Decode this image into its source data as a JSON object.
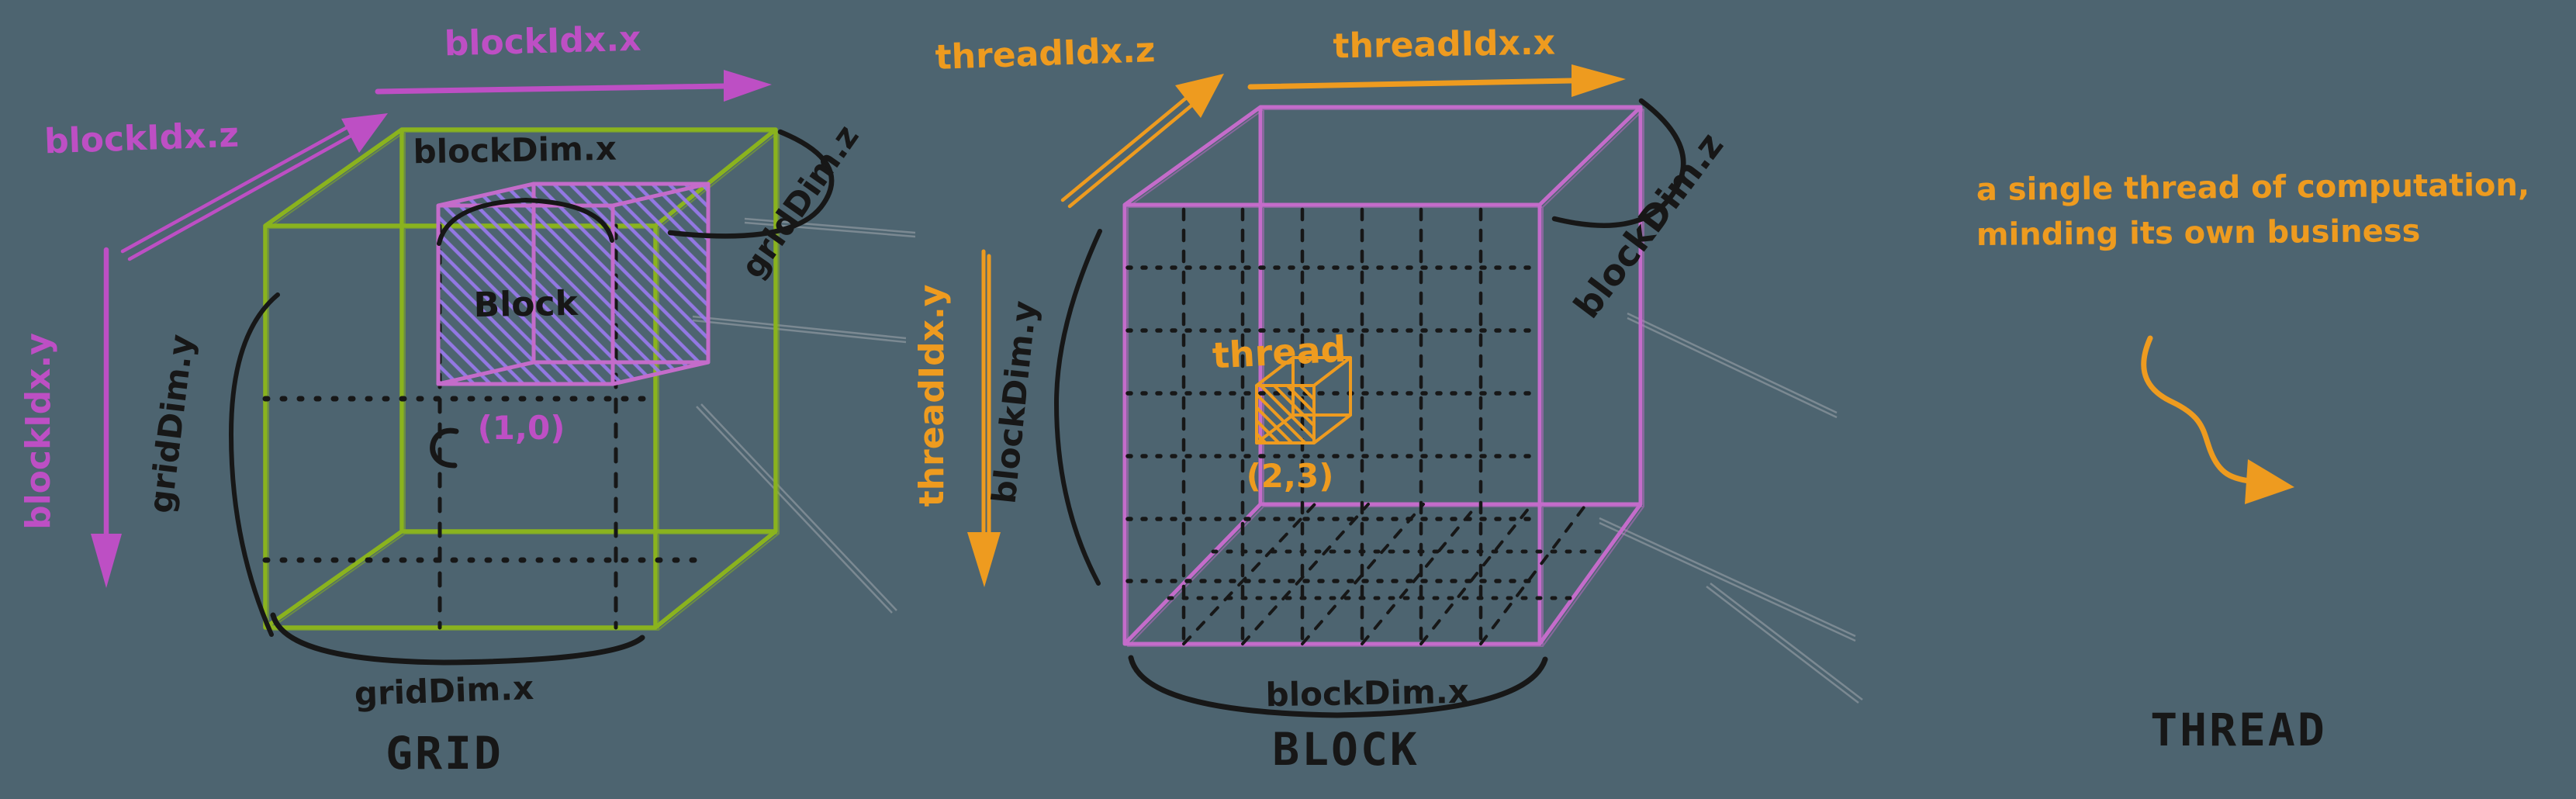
{
  "colors": {
    "bg": "#4d6470",
    "green": "#8ab31e",
    "magenta": "#bd4fc4",
    "magenta-soft": "#c46cca",
    "violet": "#9b7af0",
    "orange": "#ee9b1f",
    "ink": "#171717",
    "faint": "#a9aeb4"
  },
  "grid": {
    "title": "GRID",
    "axis_x": "blockIdx.x",
    "axis_y": "blockIdx.y",
    "axis_z": "blockIdx.z",
    "dim_x": "gridDim.x",
    "dim_y": "gridDim.y",
    "dim_z": "gridDim.z",
    "block_dim_x": "blockDim.x",
    "block_label": "Block",
    "block_coord": "(1,0)"
  },
  "block": {
    "title": "BLOCK",
    "axis_x": "threadIdx.x",
    "axis_y": "threadIdx.y",
    "axis_z": "threadIdx.z",
    "dim_x": "blockDim.x",
    "dim_y": "blockDim.y",
    "dim_z": "blockDim.z",
    "thread_label": "thread",
    "thread_coord": "(2,3)"
  },
  "thread": {
    "title": "THREAD",
    "note_line1": "a single thread of computation,",
    "note_line2": "minding its own business"
  }
}
